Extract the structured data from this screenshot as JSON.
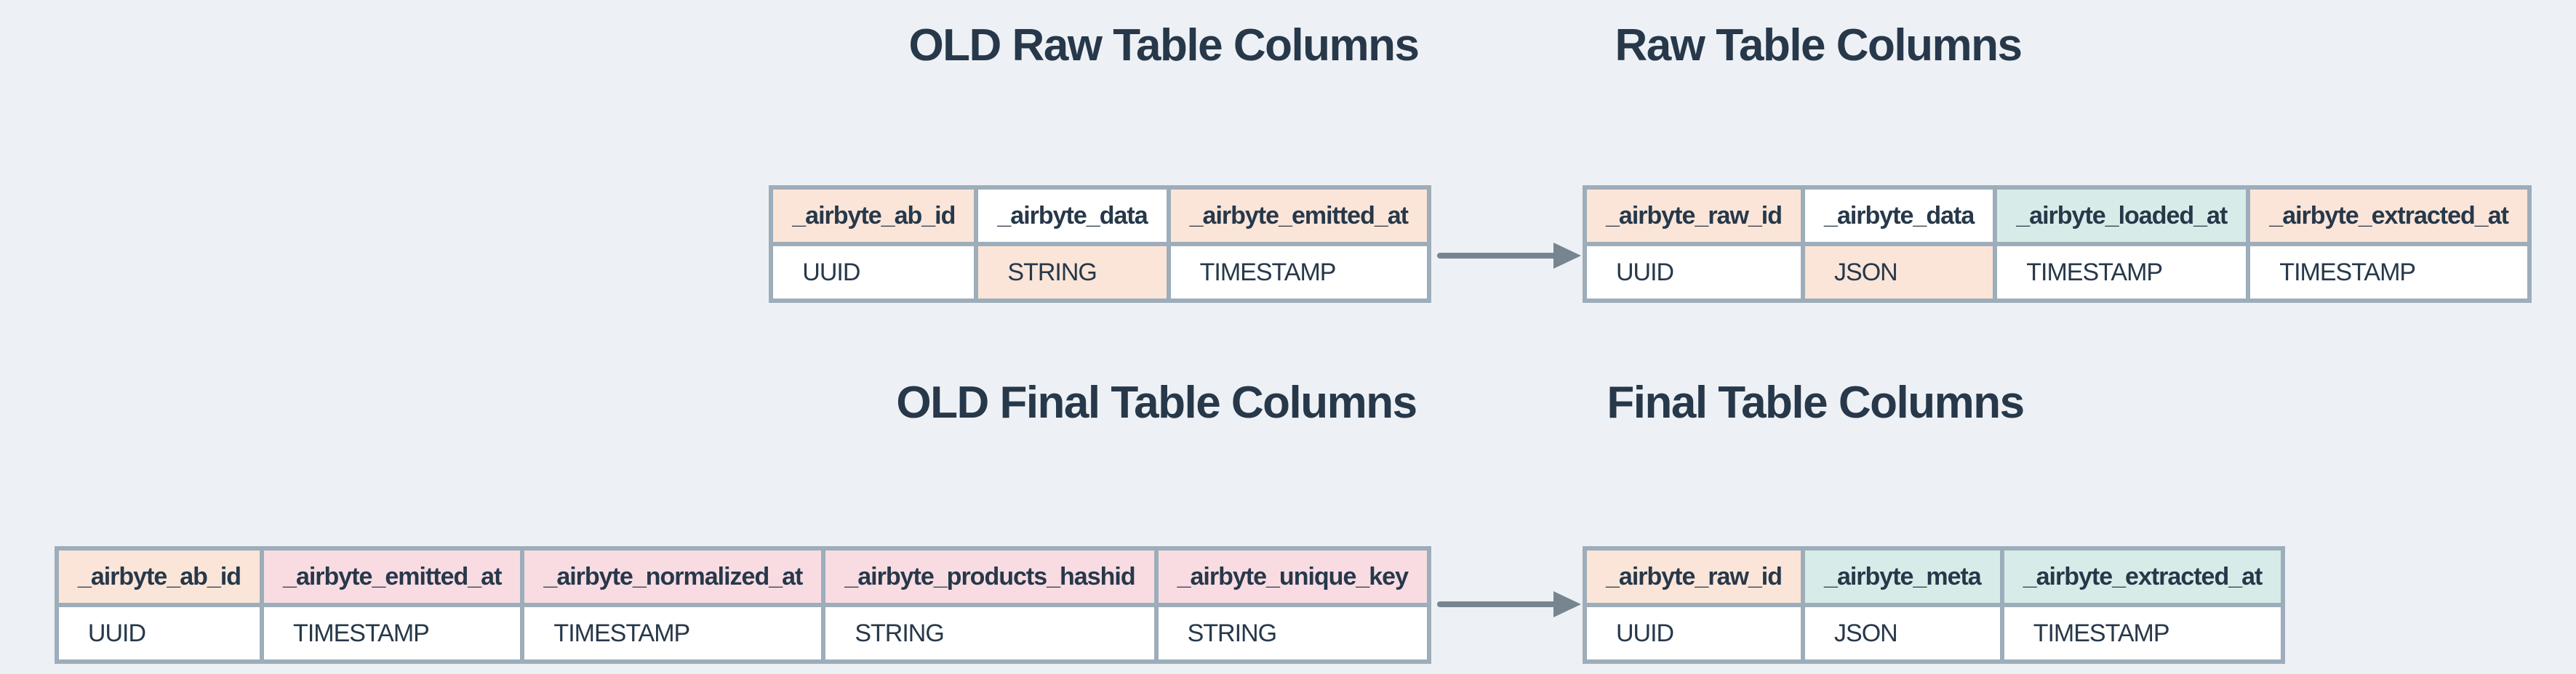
{
  "diagram": {
    "colors": {
      "background": "#edf1f5",
      "border": "#9dadba",
      "text": "#27384a",
      "arrow": "#76858f",
      "peach": "#fae5d8",
      "pink": "#f8dce2",
      "teal": "#d7ece8",
      "white": "#ffffff"
    },
    "sections": [
      {
        "old_title": "OLD Raw Table Columns",
        "new_title": "Raw Table Columns",
        "old_table": {
          "columns": [
            {
              "header": "_airbyte_ab_id",
              "header_bg": "peach",
              "type": "UUID",
              "type_bg": "white"
            },
            {
              "header": "_airbyte_data",
              "header_bg": "white",
              "type": "STRING",
              "type_bg": "peach"
            },
            {
              "header": "_airbyte_emitted_at",
              "header_bg": "peach",
              "type": "TIMESTAMP",
              "type_bg": "white"
            }
          ]
        },
        "new_table": {
          "columns": [
            {
              "header": "_airbyte_raw_id",
              "header_bg": "peach",
              "type": "UUID",
              "type_bg": "white"
            },
            {
              "header": "_airbyte_data",
              "header_bg": "white",
              "type": "JSON",
              "type_bg": "peach"
            },
            {
              "header": "_airbyte_loaded_at",
              "header_bg": "teal",
              "type": "TIMESTAMP",
              "type_bg": "white"
            },
            {
              "header": "_airbyte_extracted_at",
              "header_bg": "peach",
              "type": "TIMESTAMP",
              "type_bg": "white"
            }
          ]
        }
      },
      {
        "old_title": "OLD Final Table Columns",
        "new_title": "Final Table Columns",
        "old_table": {
          "columns": [
            {
              "header": "_airbyte_ab_id",
              "header_bg": "peach",
              "type": "UUID",
              "type_bg": "white"
            },
            {
              "header": "_airbyte_emitted_at",
              "header_bg": "pink",
              "type": "TIMESTAMP",
              "type_bg": "white"
            },
            {
              "header": "_airbyte_normalized_at",
              "header_bg": "pink",
              "type": "TIMESTAMP",
              "type_bg": "white"
            },
            {
              "header": "_airbyte_products_hashid",
              "header_bg": "pink",
              "type": "STRING",
              "type_bg": "white"
            },
            {
              "header": "_airbyte_unique_key",
              "header_bg": "pink",
              "type": "STRING",
              "type_bg": "white"
            }
          ]
        },
        "new_table": {
          "columns": [
            {
              "header": "_airbyte_raw_id",
              "header_bg": "peach",
              "type": "UUID",
              "type_bg": "white"
            },
            {
              "header": "_airbyte_meta",
              "header_bg": "teal",
              "type": "JSON",
              "type_bg": "white"
            },
            {
              "header": "_airbyte_extracted_at",
              "header_bg": "teal",
              "type": "TIMESTAMP",
              "type_bg": "white"
            }
          ]
        }
      }
    ]
  }
}
